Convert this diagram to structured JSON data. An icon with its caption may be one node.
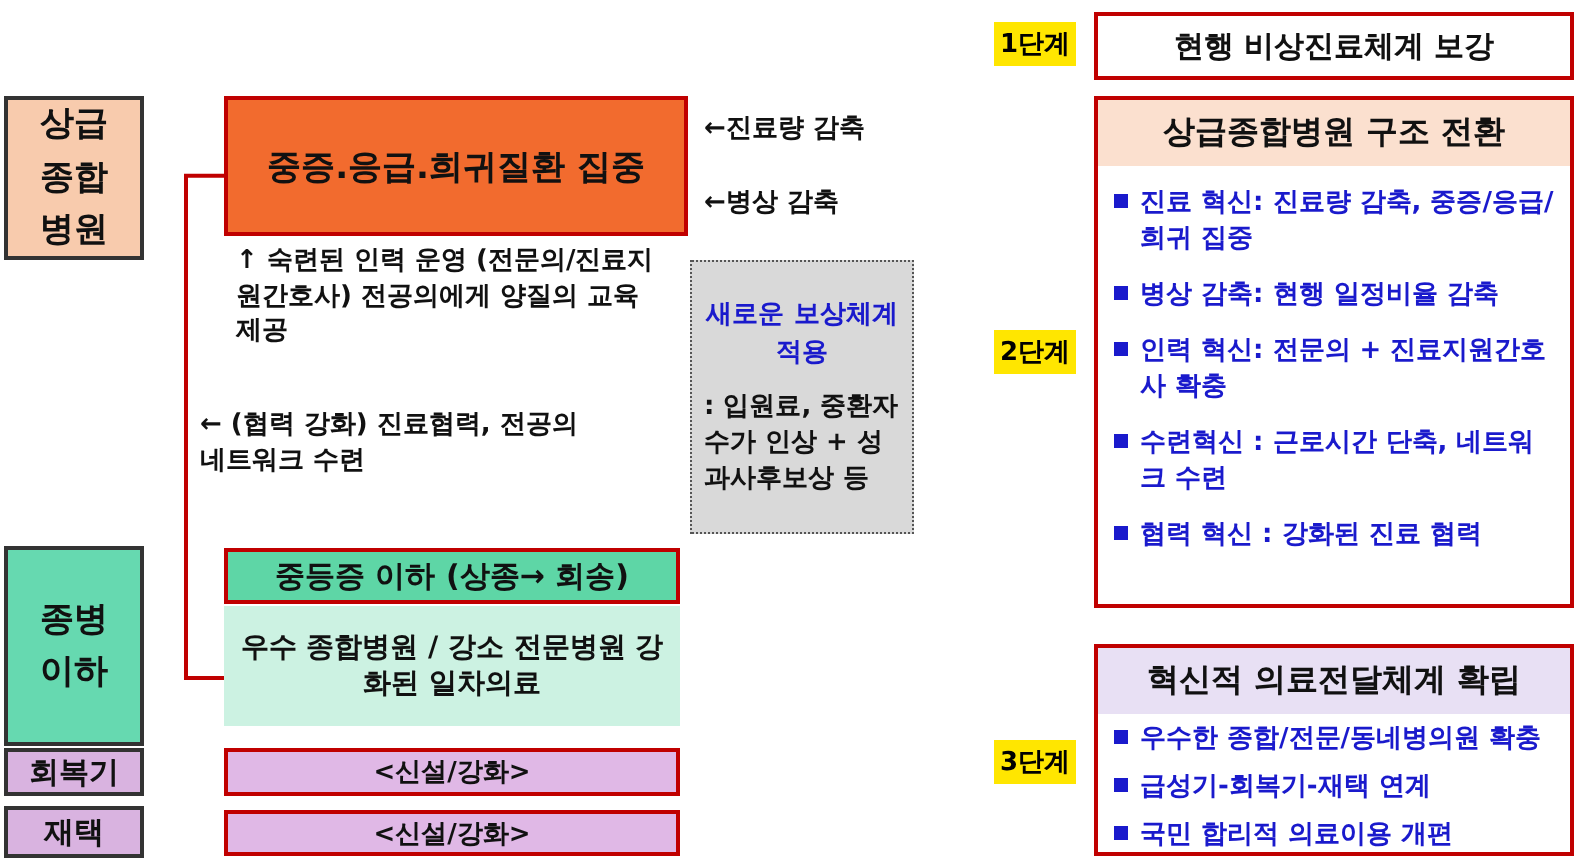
{
  "diagram": {
    "nodes": [
      {
        "text": [
          "상급 종합 병원"
        ]
      },
      {
        "text": [
          "중증.응급.희귀질환 집중"
        ]
      },
      {
        "text": [
          "종병 이하"
        ]
      },
      {
        "text": [
          "중등증 이하 (상종→ 회송)"
        ]
      },
      {
        "text": [
          "우수 종합병원 / 강소 전문병원 강화된 일차의료"
        ]
      },
      {
        "text": [
          "회복기"
        ]
      },
      {
        "text": [
          "<신설/강화>"
        ]
      },
      {
        "text": [
          "재택"
        ]
      },
      {
        "text": [
          "<신설/강화>"
        ]
      },
      {
        "text": [
          "새로운 보상체계 적용",
          ": 입원료, 중환자 수가 인상 + 성과사후보상 등"
        ]
      },
      {
        "text": [
          "현행 비상진료체계 보강"
        ],
        "beside": [
          "1단계"
        ]
      },
      {
        "text": [
          "상급종합병원 구조 전환",
          "진료 혁신: 진료량 감축, 중증/응급/희귀 집중",
          "병상 감축: 현행 일정비율 감축",
          "인력 혁신: 전문의 + 진료지원간호사 확충",
          "수련혁신 : 근로시간 단축, 네트워크 수련",
          "협력 혁신 : 강화된 진료 협력"
        ],
        "beside": [
          "2단계"
        ]
      },
      {
        "text": [
          "혁신적 의료전달체계 확립",
          "우수한 종합/전문/동네병의원 확충",
          "급성기-회복기-재택 연계",
          "국민 합리적 의료이용 개편"
        ],
        "beside": [
          "3단계"
        ]
      }
    ],
    "edges": [
      {
        "from": 1,
        "to": 4,
        "arrow": "none",
        "color": "#c00000"
      }
    ],
    "labels": [
      "←진료량 감축",
      "←병상 감축",
      "↑ 숙련된 인력 운영 (전문의/진료지원간호사) 전공의에게 양질의 교육 제공",
      "← (협력 강화) 진료협력, 전공의 네트워크 수련"
    ]
  }
}
